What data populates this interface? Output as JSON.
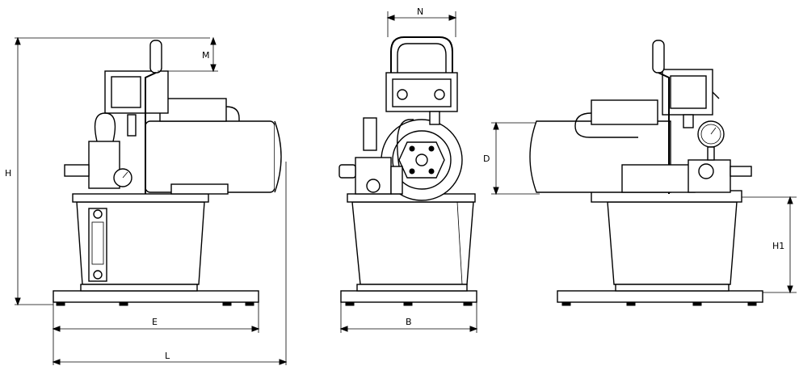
{
  "dimensions": {
    "H": "H",
    "M": "M",
    "E": "E",
    "L": "L",
    "N": "N",
    "B": "B",
    "D": "D",
    "H1": "H1"
  },
  "colors": {
    "line": "#000000",
    "background": "#ffffff"
  }
}
